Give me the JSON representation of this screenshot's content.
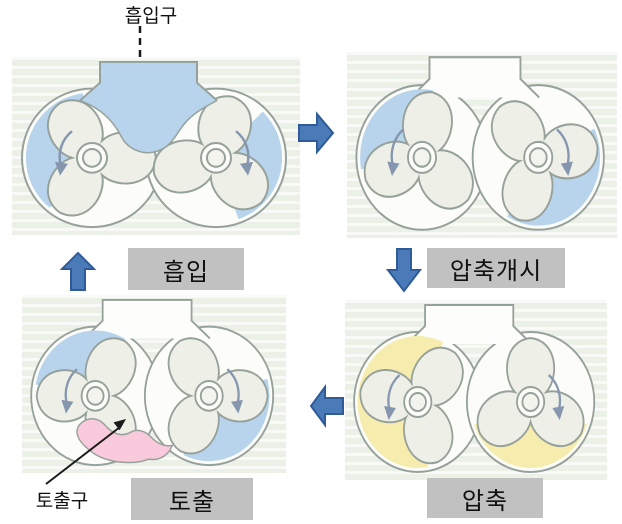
{
  "stages": [
    {
      "name": "suction",
      "label": "흡입",
      "position": "top-left"
    },
    {
      "name": "compression_start",
      "label": "압축개시",
      "position": "top-right"
    },
    {
      "name": "compression",
      "label": "압축",
      "position": "bottom-right"
    },
    {
      "name": "discharge",
      "label": "토출",
      "position": "bottom-left"
    }
  ],
  "annotations": {
    "inlet_label": "흡입구",
    "outlet_label": "토출구"
  },
  "flow_arrows": [
    {
      "from": "suction",
      "to": "compression_start",
      "direction": "right"
    },
    {
      "from": "compression_start",
      "to": "compression",
      "direction": "down"
    },
    {
      "from": "compression",
      "to": "discharge",
      "direction": "left"
    },
    {
      "from": "discharge",
      "to": "suction",
      "direction": "up"
    }
  ],
  "colors": {
    "gas_blue": "#b7d4ec",
    "gas_yellow": "#f5ecae",
    "gas_pink": "#f8cadb",
    "arrow_blue": "#4a7ab8",
    "arrow_border": "#2f5c99",
    "label_box_bg": "#c1c1c1",
    "label_text": "#111111",
    "casing_stroke": "#97a19b",
    "port_white": "#fdfefb",
    "rotor_fill": "#eef0e8",
    "rotation_arrow": "#8696af"
  }
}
